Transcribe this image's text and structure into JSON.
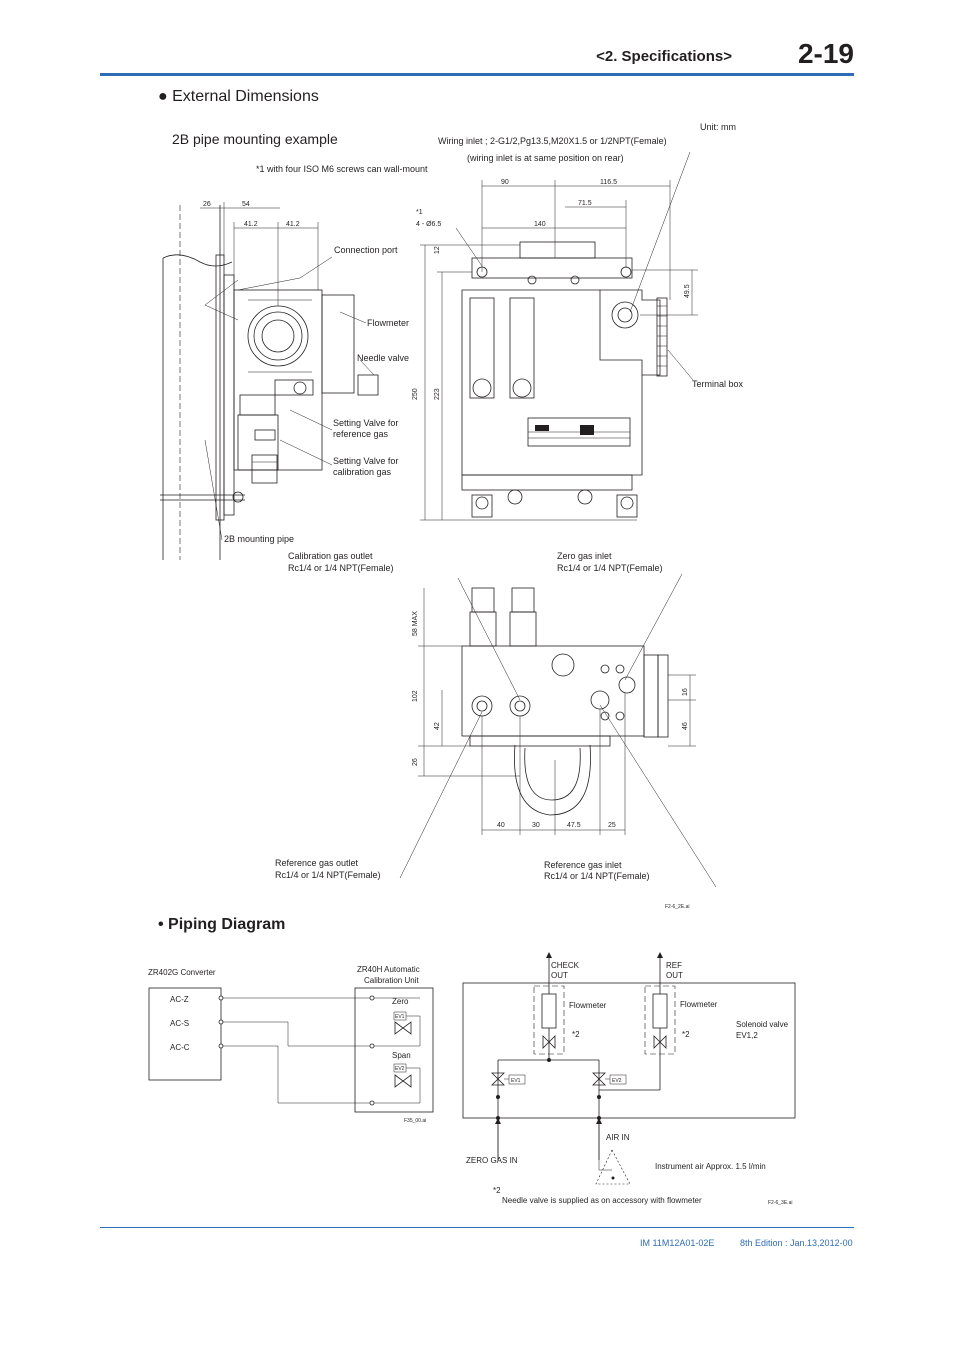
{
  "header": {
    "section": "<2.  Specifications>",
    "page_number": "2-19"
  },
  "sections": {
    "external_dimensions": "● External Dimensions",
    "piping_diagram": "• Piping Diagram"
  },
  "dimensions": {
    "subtitle": "2B pipe mounting example",
    "unit": "Unit: mm",
    "wiring_inlet": "Wiring inlet ; 2-G1/2,Pg13.5,M20X1.5 or 1/2NPT(Female)",
    "wiring_inlet_note": "(wiring inlet is at same position on rear)",
    "wall_mount_note": "*1 with four ISO M6 screws can wall-mount",
    "note_star1": "*1",
    "hole_spec": "4 - Ø6.5",
    "labels": {
      "connection_port": "Connection port",
      "flowmeter": "Flowmeter",
      "needle_valve": "Needle valve",
      "setting_ref_1": "Setting Valve for",
      "setting_ref_2": "reference gas",
      "setting_cal_1": "Setting Valve for",
      "setting_cal_2": "calibration gas",
      "terminal_box": "Terminal box",
      "mounting_pipe": "2B mounting pipe",
      "cal_outlet_1": "Calibration gas outlet",
      "cal_outlet_2": "Rc1/4 or 1/4 NPT(Female)",
      "zero_inlet_1": "Zero gas inlet",
      "zero_inlet_2": "Rc1/4 or 1/4 NPT(Female)",
      "ref_outlet_1": "Reference gas outlet",
      "ref_outlet_2": "Rc1/4 or 1/4 NPT(Female)",
      "ref_inlet_1": "Reference gas inlet",
      "ref_inlet_2": "Rc1/4 or 1/4 NPT(Female)",
      "fig_id": "F2-6_2E.ai"
    },
    "dims": {
      "d26": "26",
      "d54": "54",
      "d41a": "41.2",
      "d41b": "41.2",
      "d90": "90",
      "d116": "116.5",
      "d71": "71.5",
      "d140": "140",
      "d12": "12",
      "d49": "49.5",
      "d250": "250",
      "d223": "223",
      "d58": "58  MAX",
      "d102": "102",
      "d42": "42",
      "d26b": "26",
      "d16": "16",
      "d46": "46",
      "d40": "40",
      "d30": "30",
      "d47": "47.5",
      "d25": "25"
    }
  },
  "piping": {
    "converter": "ZR402G Converter",
    "calunit_1": "ZR40H Automatic",
    "calunit_2": "Calibration Unit",
    "ac_z": "AC-Z",
    "ac_s": "AC-S",
    "ac_c": "AC-C",
    "zero": "Zero",
    "span": "Span",
    "ev1": "EV1",
    "ev2": "EV2",
    "fig_left": "F35_00.ai",
    "check_1": "CHECK",
    "check_2": "OUT",
    "ref_1": "REF",
    "ref_2": "OUT",
    "flowmeter": "Flowmeter",
    "star2": "*2",
    "solenoid_1": "Solenoid valve",
    "solenoid_2": "EV1,2",
    "air_in": "AIR IN",
    "zero_gas_in": "ZERO GAS IN",
    "instrument_air": "Instrument air Approx. 1.5 l/min",
    "footnote": "Needle valve is supplied as on accessory with flowmeter",
    "fig_right": "F2-6_3E.ai"
  },
  "footer": {
    "doc_id": "IM 11M12A01-02E",
    "edition": "8th Edition : Jan.13,2012-00"
  }
}
